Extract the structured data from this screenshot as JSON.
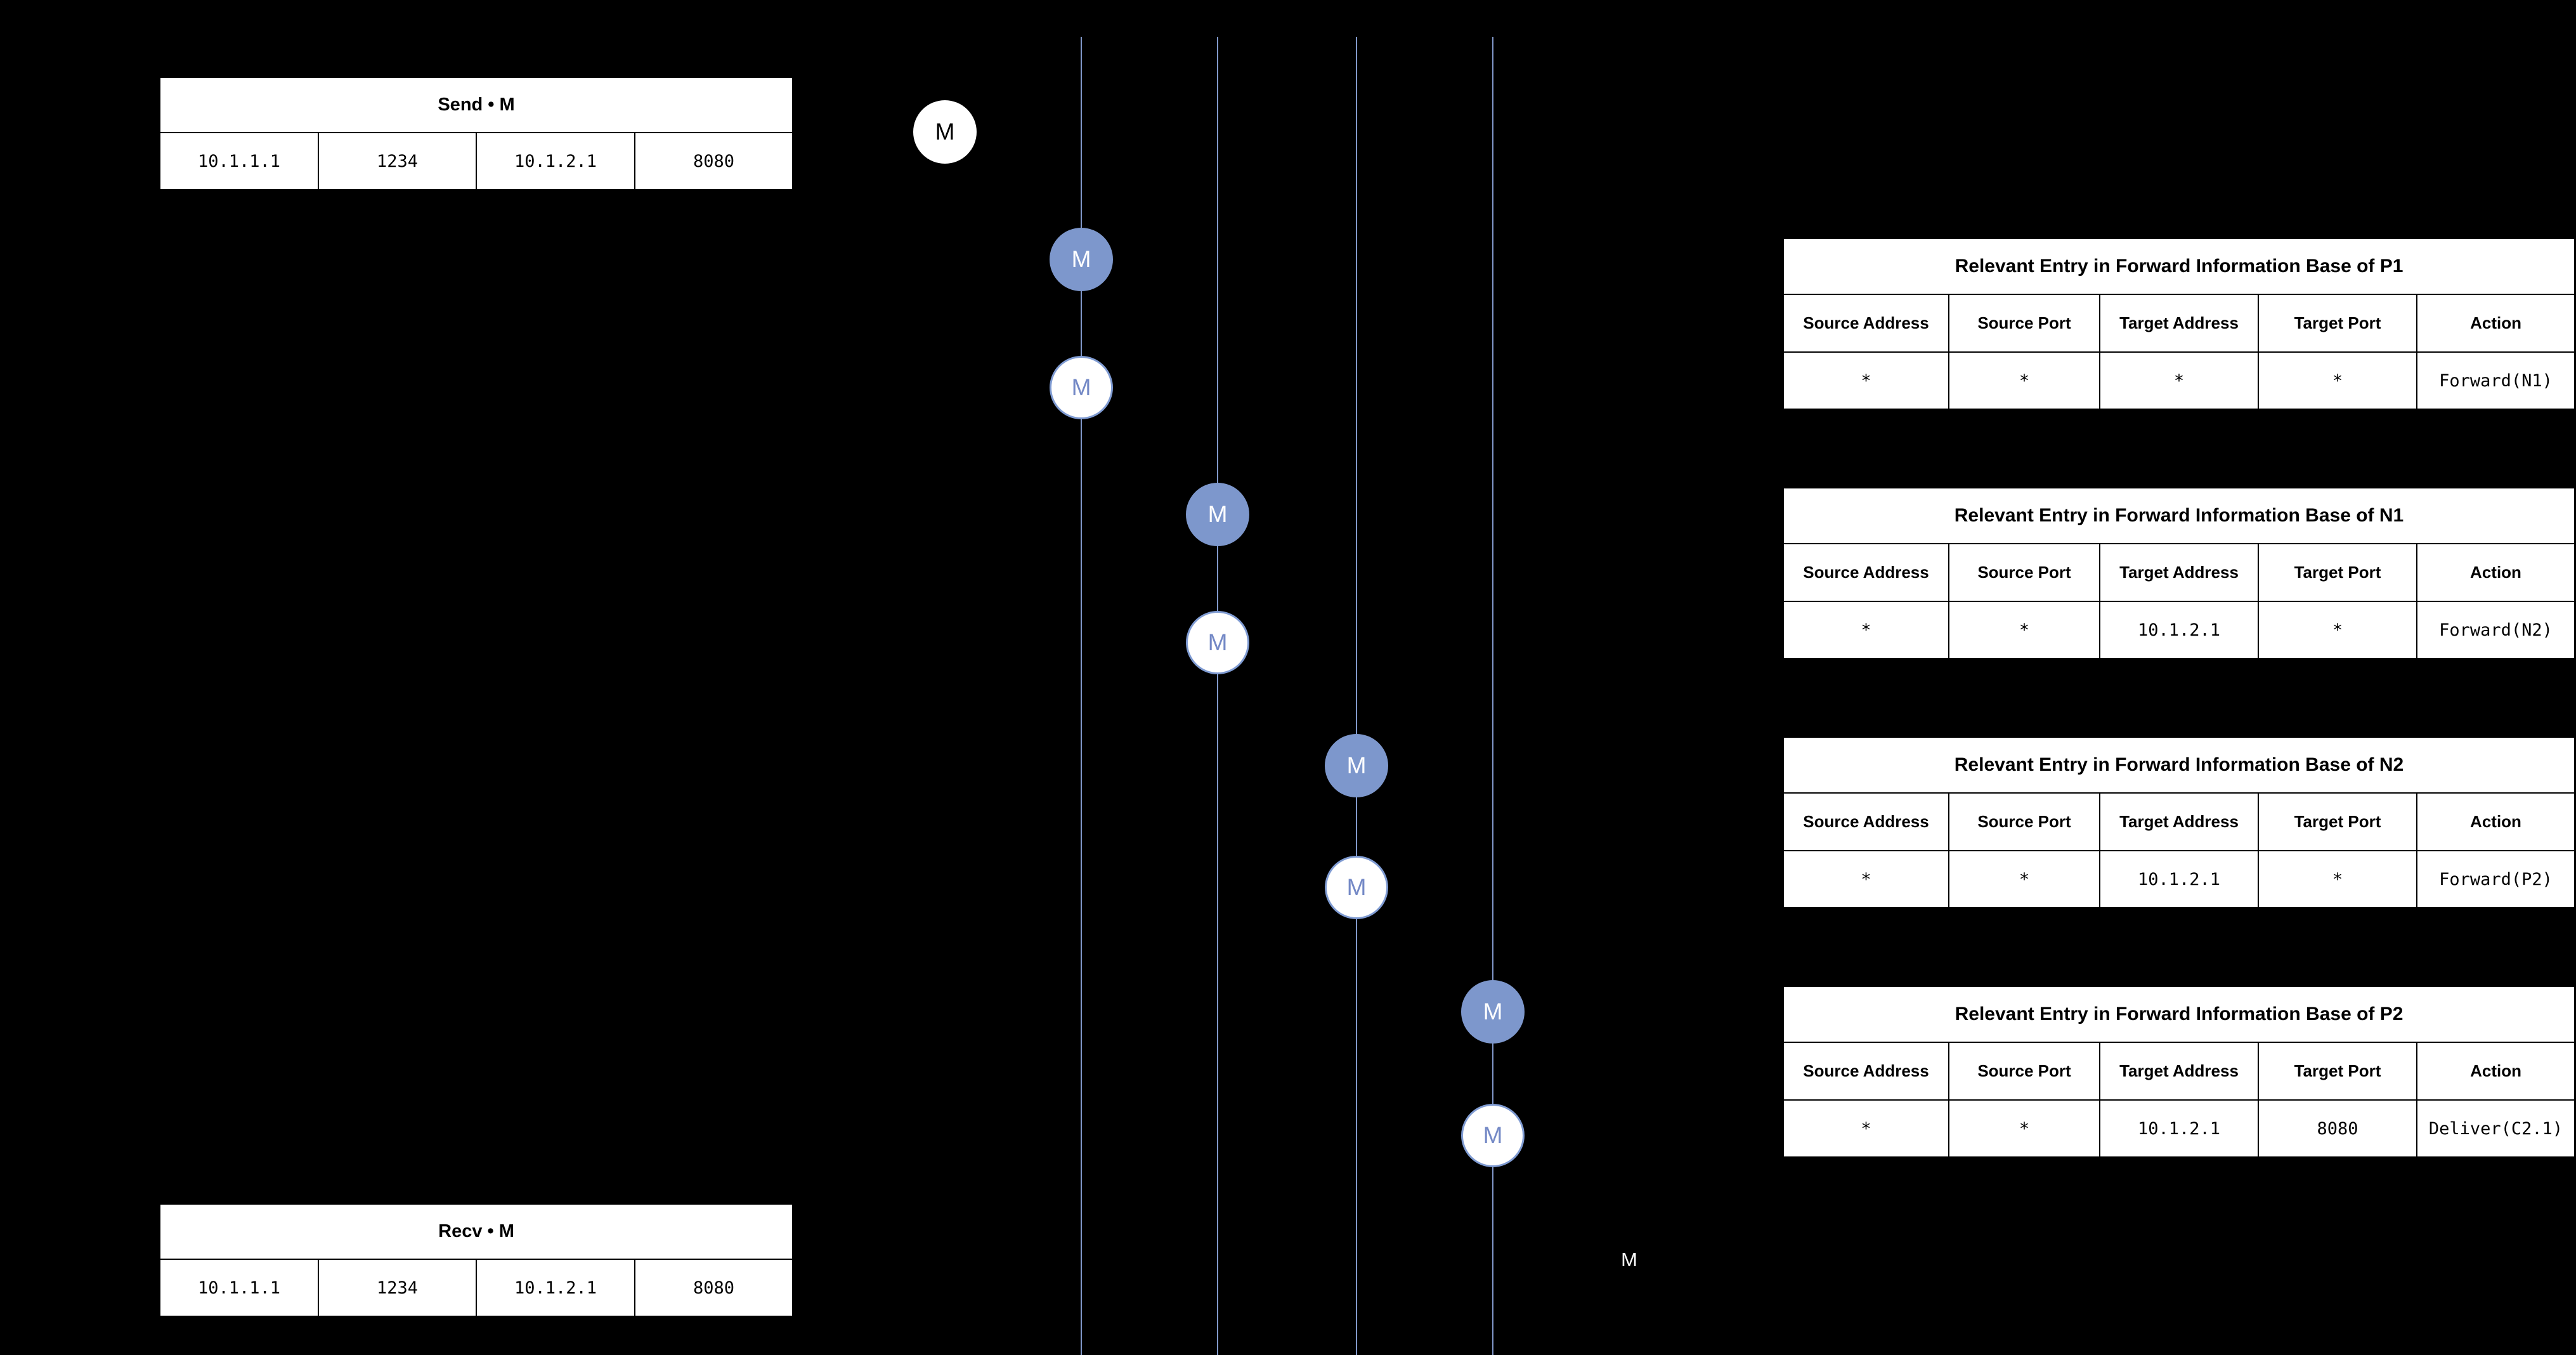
{
  "colors": {
    "background": "#000000",
    "accent_fill": "#7D97CC",
    "outline_border": "#7F9BD2",
    "outline_text": "#7489C6",
    "lifeline": "#8097C8",
    "table_background": "#FFFFFF",
    "table_text": "#000000"
  },
  "send_table": {
    "title": "Send • M",
    "cells": [
      "10.1.1.1",
      "1234",
      "10.1.2.1",
      "8080"
    ]
  },
  "recv_table": {
    "title": "Recv • M",
    "cells": [
      "10.1.1.1",
      "1234",
      "10.1.2.1",
      "8080"
    ]
  },
  "fib_tables": [
    {
      "title": "Relevant Entry in Forward Information Base of P1",
      "columns": [
        "Source Address",
        "Source Port",
        "Target Address",
        "Target Port",
        "Action"
      ],
      "row": [
        "*",
        "*",
        "*",
        "*",
        "Forward(N1)"
      ]
    },
    {
      "title": "Relevant Entry in Forward Information Base of N1",
      "columns": [
        "Source Address",
        "Source Port",
        "Target Address",
        "Target Port",
        "Action"
      ],
      "row": [
        "*",
        "*",
        "10.1.2.1",
        "*",
        "Forward(N2)"
      ]
    },
    {
      "title": "Relevant Entry in Forward Information Base of N2",
      "columns": [
        "Source Address",
        "Source Port",
        "Target Address",
        "Target Port",
        "Action"
      ],
      "row": [
        "*",
        "*",
        "10.1.2.1",
        "*",
        "Forward(P2)"
      ]
    },
    {
      "title": "Relevant Entry in Forward Information Base of P2",
      "columns": [
        "Source Address",
        "Source Port",
        "Target Address",
        "Target Port",
        "Action"
      ],
      "row": [
        "*",
        "*",
        "10.1.2.1",
        "8080",
        "Deliver(C2.1)"
      ]
    }
  ],
  "nodes": [
    {
      "label": "M",
      "variant": "plain"
    },
    {
      "label": "M",
      "variant": "filled"
    },
    {
      "label": "M",
      "variant": "outline"
    },
    {
      "label": "M",
      "variant": "filled"
    },
    {
      "label": "M",
      "variant": "outline"
    },
    {
      "label": "M",
      "variant": "filled"
    },
    {
      "label": "M",
      "variant": "outline"
    },
    {
      "label": "M",
      "variant": "filled"
    },
    {
      "label": "M",
      "variant": "outline"
    }
  ],
  "floating_label": "M"
}
